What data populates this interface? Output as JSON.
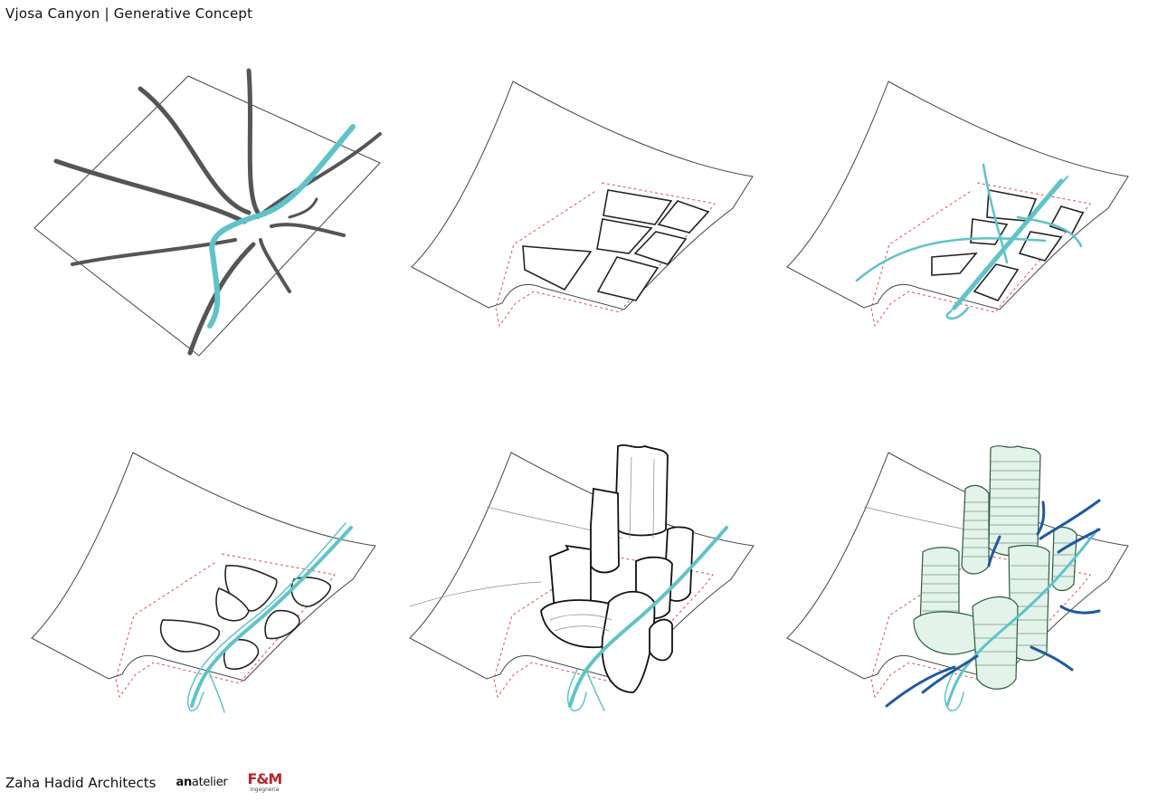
{
  "header": {
    "title": "Vjosa Canyon | Generative Concept"
  },
  "footer": {
    "firm": "Zaha Hadid Architects",
    "atelier_prefix": "an",
    "atelier_suffix": "atelier",
    "fm_mark": "F&M",
    "fm_sub": "ingegneria"
  },
  "colors": {
    "river": "#5fc3c9",
    "site_boundary": "#d9534f",
    "wind_arrows": "#1f5a9e",
    "vegetation": "#2d5c3c",
    "fm_brand": "#b8262b"
  },
  "panels": [
    {
      "id": 1,
      "content": "site grid with axes and river"
    },
    {
      "id": 2,
      "content": "plot subdivision"
    },
    {
      "id": 3,
      "content": "river axis cutting plots"
    },
    {
      "id": 4,
      "content": "rounded plots along river"
    },
    {
      "id": 5,
      "content": "building massing"
    },
    {
      "id": 6,
      "content": "towers with terraces and wind arrows"
    }
  ]
}
